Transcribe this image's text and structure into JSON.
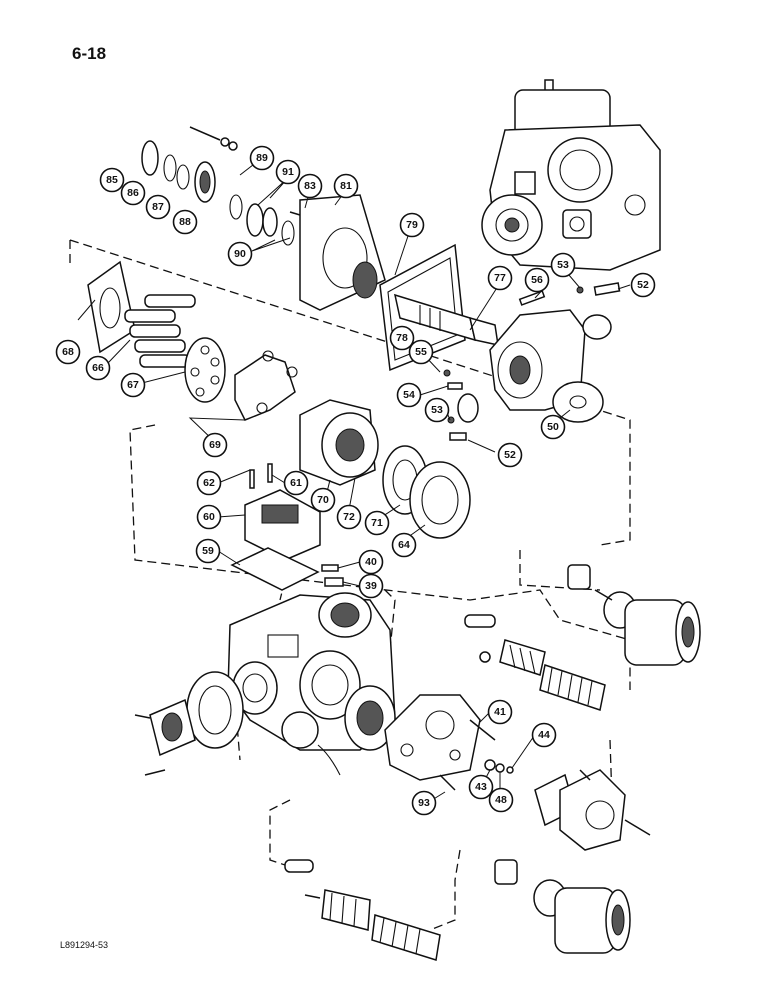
{
  "page": {
    "number": "6-18",
    "reference": "L891294-53"
  },
  "callouts": [
    "85",
    "86",
    "87",
    "88",
    "89",
    "91",
    "83",
    "81",
    "90",
    "79",
    "77",
    "56",
    "53",
    "52",
    "68",
    "66",
    "67",
    "78",
    "55",
    "54",
    "53",
    "50",
    "69",
    "62",
    "61",
    "70",
    "72",
    "71",
    "52",
    "60",
    "64",
    "59",
    "40",
    "39",
    "41",
    "44",
    "43",
    "48",
    "93"
  ]
}
